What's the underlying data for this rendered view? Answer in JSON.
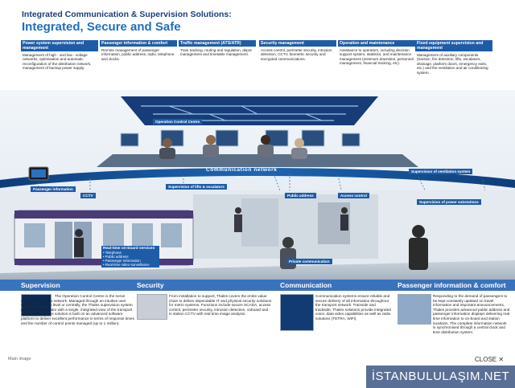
{
  "header": {
    "subtitle": "Integrated Communication & Supervision Solutions:",
    "title": "Integrated, Secure and Safe"
  },
  "top_boxes": [
    {
      "title": "Power system supervision and management",
      "body": "Management of high - and low - voltage networks, optimisation and automatic reconfiguration of the distribution network, management of backup power supply."
    },
    {
      "title": "Passenger information & comfort",
      "body": "Remote management of passenger information, public address, radio, telephone and clocks."
    },
    {
      "title": "Traffic management (ATS/ATR)",
      "body": "Train tracking, routing and regulation, depot management and timetable management."
    },
    {
      "title": "Security management",
      "body": "Access control, perimeter security, intrusion detection, CCTV, biometric security and encrypted communications."
    },
    {
      "title": "Operation and maintenance",
      "body": "Assistance to operators, including decision support system, statistics, and maintenance management (minimum downtime, personnel management, financial tracking, etc)."
    },
    {
      "title": "Fixed equipment supervision and management",
      "body": "Management of auxiliary components (traction, fire detection, lifts, escalators, drainage, platform doors, emergency exits, etc.) and the ventilation and air conditioning system."
    }
  ],
  "scene": {
    "occ_label": "Operation Control Centre",
    "network_label": "Communication network",
    "labels": {
      "passenger_info": "Passenger information",
      "cctv": "CCTV",
      "lifts": "Supervision of lifts & escalators",
      "public_address": "Public address",
      "access_control": "Access control",
      "ventilation": "Supervision of ventilation system",
      "power": "Supervision of power substations",
      "private_comm": "Private communication",
      "onboard_title": "Real-time on-board services",
      "onboard_items": [
        "• Telephone",
        "• Public address",
        "• Passenger information",
        "• Real-time video surveillance"
      ]
    }
  },
  "panels": {
    "supervision": {
      "title": "Supervision",
      "text": "The Operation Control Centre is the nerve centre of the metro network. Managed through an intuitive user interface at station level or centrally, the Thales supervision system provides the operator with a single, integrated view of the transport system. The Thales solution is built on an advanced software platform to deliver excellent performance in terms of response times and the number of control points managed (up to 1 million)."
    },
    "security": {
      "title": "Security",
      "text": "From installation to support, Thales covers the entire value chain to deliver dependable IT and physical security solutions for metro systems. Functions include secure SCADA, access control, perimeter security, intrusion detection, onboard and in station CCTV with real time image analysis."
    },
    "communication": {
      "title": "Communication",
      "text": "Communication systems ensure reliable and secure delivery of all information throughout the transport network. Trainside and trackside, Thales solutions provide integrated voice, data video capabilities as well as radio solutions (TETRA, WiFi)."
    },
    "passenger": {
      "title": "Passenger information & comfort",
      "text": "Responding to the demand of passengers to be kept constantly updated on travel information and important announcements, Thales provides advanced public address and passenger information displays delivering real time information to on-board and station locations. The complete information network is synchronised through a central clock and time distribution system."
    }
  },
  "footer": {
    "main_image": "Main image",
    "close": "CLOSE",
    "close_icon": "✕",
    "watermark": "İSTANBULULAŞIM.NET"
  }
}
